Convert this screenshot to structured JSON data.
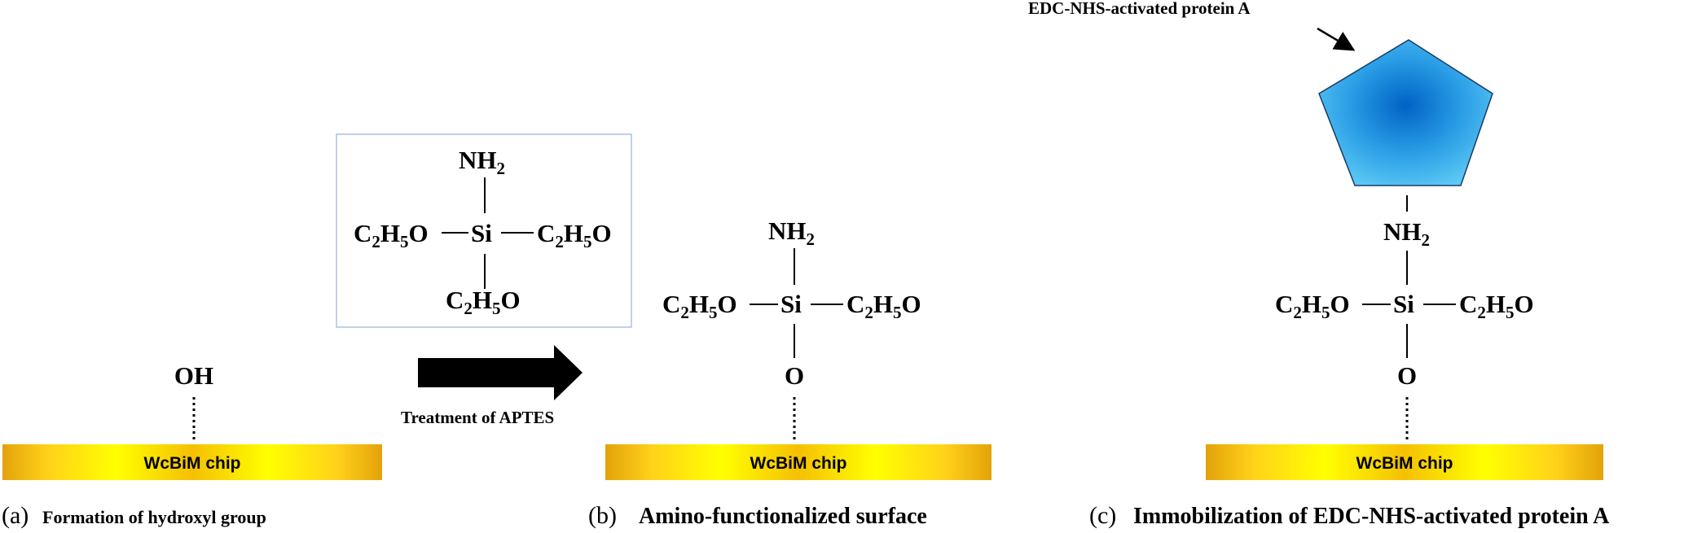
{
  "chip": {
    "label": "WcBiM chip",
    "color_center": "#ffff00",
    "color_edge": "#e0a000"
  },
  "protein": {
    "color_center": "#0060c8",
    "color_edge": "#41b8ee",
    "outline": "#1a3a66"
  },
  "panel_a": {
    "letter": "(a)",
    "title": "Formation of hydroxyl group",
    "group": "OH"
  },
  "reagent": {
    "top": "NH",
    "top_sub": "2",
    "left": "C",
    "left_sub1": "2",
    "left_mid": "H",
    "left_sub2": "5",
    "left_end": "O",
    "center": "Si",
    "right": "C",
    "right_sub1": "2",
    "right_mid": "H",
    "right_sub2": "5",
    "right_end": "O",
    "bottom": "C",
    "bottom_sub1": "2",
    "bottom_mid": "H",
    "bottom_sub2": "5",
    "bottom_end": "O"
  },
  "arrow_label": "Treatment of APTES",
  "panel_b": {
    "letter": "(b)",
    "title": "Amino-functionalized surface"
  },
  "panel_c": {
    "letter": "(c)",
    "title": "Immobilization of EDC-NHS-activated protein A",
    "protein_label": "EDC-NHS-activated protein A"
  },
  "silane": {
    "top": "NH",
    "top_sub": "2",
    "bottom": "O",
    "center": "Si",
    "side_c": "C",
    "side_sub1": "2",
    "side_h": "H",
    "side_sub2": "5",
    "side_o": "O"
  }
}
